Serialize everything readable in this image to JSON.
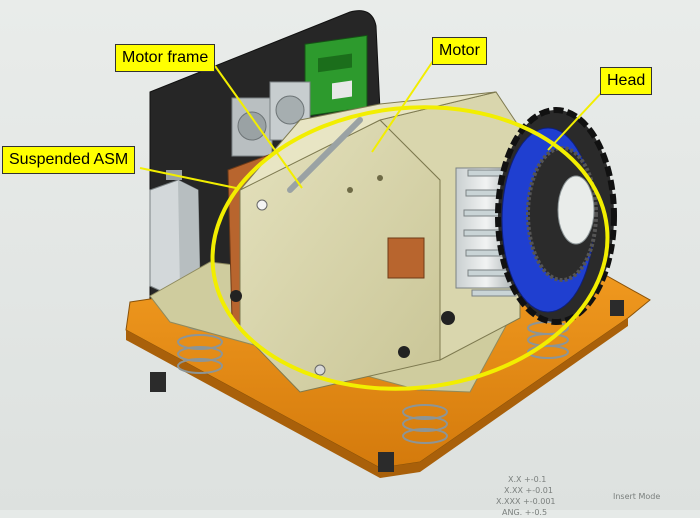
{
  "callouts": {
    "motor_frame": "Motor frame",
    "motor": "Motor",
    "head": "Head",
    "suspended_asm": "Suspended ASM"
  },
  "tolerances": [
    "X.X +-0.1",
    "X.XX +-0.01",
    "X.XXX +-0.001",
    "ANG. +-0.5"
  ],
  "status": {
    "mode": "Insert Mode"
  },
  "colors": {
    "callout_fill": "#ffff00",
    "highlight_ellipse": "#f2ee00",
    "base_plate": "#e58a12",
    "back_panel": "#2a2a2a",
    "frame_sheet": "#d8d4a8",
    "head_ring": "#1f3fd0",
    "pcb": "#2d9a2d",
    "copper_plate": "#b8652e"
  },
  "icons": [
    "spring-icon",
    "foot-icon",
    "screw-icon"
  ]
}
